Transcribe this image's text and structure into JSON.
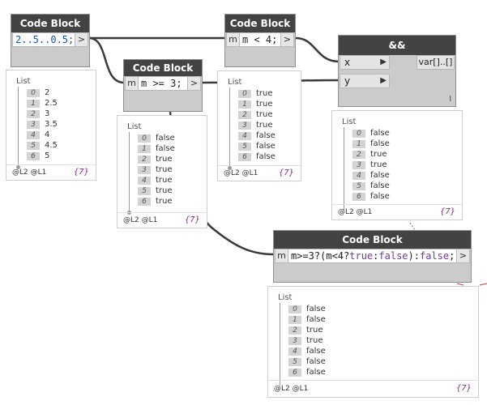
{
  "nodes": {
    "cb_range": {
      "title": "Code Block",
      "code": "2..5..0.5;",
      "output_port": ">"
    },
    "cb_ge": {
      "title": "Code Block",
      "input_port": "m",
      "code": "m >= 3;",
      "output_port": ">"
    },
    "cb_lt": {
      "title": "Code Block",
      "input_port": "m",
      "code": "m < 4;",
      "output_port": ">"
    },
    "and_node": {
      "title": "&&",
      "input_x": "x",
      "input_y": "y",
      "output": "var[]..[]",
      "lacing": "l"
    },
    "cb_ternary": {
      "title": "Code Block",
      "input_port": "m",
      "code_parts": {
        "p1": "m>=3?(m<4?",
        "p2": "true",
        "p3": ":",
        "p4": "false",
        "p5": "):",
        "p6": "false",
        "p7": ";"
      },
      "output_port": ">"
    }
  },
  "previews": {
    "p_range": {
      "list_label": "List",
      "items": [
        {
          "i": "0",
          "v": "2"
        },
        {
          "i": "1",
          "v": "2.5"
        },
        {
          "i": "2",
          "v": "3"
        },
        {
          "i": "3",
          "v": "3.5"
        },
        {
          "i": "4",
          "v": "4"
        },
        {
          "i": "5",
          "v": "4.5"
        },
        {
          "i": "6",
          "v": "5"
        }
      ],
      "levels": "@L2 @L1",
      "count": "{7}"
    },
    "p_ge": {
      "list_label": "List",
      "items": [
        {
          "i": "0",
          "v": "false"
        },
        {
          "i": "1",
          "v": "false"
        },
        {
          "i": "2",
          "v": "true"
        },
        {
          "i": "3",
          "v": "true"
        },
        {
          "i": "4",
          "v": "true"
        },
        {
          "i": "5",
          "v": "true"
        },
        {
          "i": "6",
          "v": "true"
        }
      ],
      "levels": "@L2 @L1",
      "count": "{7}"
    },
    "p_lt": {
      "list_label": "List",
      "items": [
        {
          "i": "0",
          "v": "true"
        },
        {
          "i": "1",
          "v": "true"
        },
        {
          "i": "2",
          "v": "true"
        },
        {
          "i": "3",
          "v": "true"
        },
        {
          "i": "4",
          "v": "false"
        },
        {
          "i": "5",
          "v": "false"
        },
        {
          "i": "6",
          "v": "false"
        }
      ],
      "levels": "@L2 @L1",
      "count": "{7}"
    },
    "p_and": {
      "list_label": "List",
      "items": [
        {
          "i": "0",
          "v": "false"
        },
        {
          "i": "1",
          "v": "false"
        },
        {
          "i": "2",
          "v": "true"
        },
        {
          "i": "3",
          "v": "true"
        },
        {
          "i": "4",
          "v": "false"
        },
        {
          "i": "5",
          "v": "false"
        },
        {
          "i": "6",
          "v": "false"
        }
      ],
      "levels": "@L2 @L1",
      "count": "{7}"
    },
    "p_ternary": {
      "list_label": "List",
      "items": [
        {
          "i": "0",
          "v": "false"
        },
        {
          "i": "1",
          "v": "false"
        },
        {
          "i": "2",
          "v": "true"
        },
        {
          "i": "3",
          "v": "true"
        },
        {
          "i": "4",
          "v": "false"
        },
        {
          "i": "5",
          "v": "false"
        },
        {
          "i": "6",
          "v": "false"
        }
      ],
      "levels": "@L2 @L1",
      "count": "{7}"
    }
  },
  "colors": {
    "node_header": "#434343",
    "node_body": "#cbcbcb",
    "wire": "#3a3a3a",
    "count_text": "#8a2a8a",
    "keyword": "#1b4fb8"
  }
}
